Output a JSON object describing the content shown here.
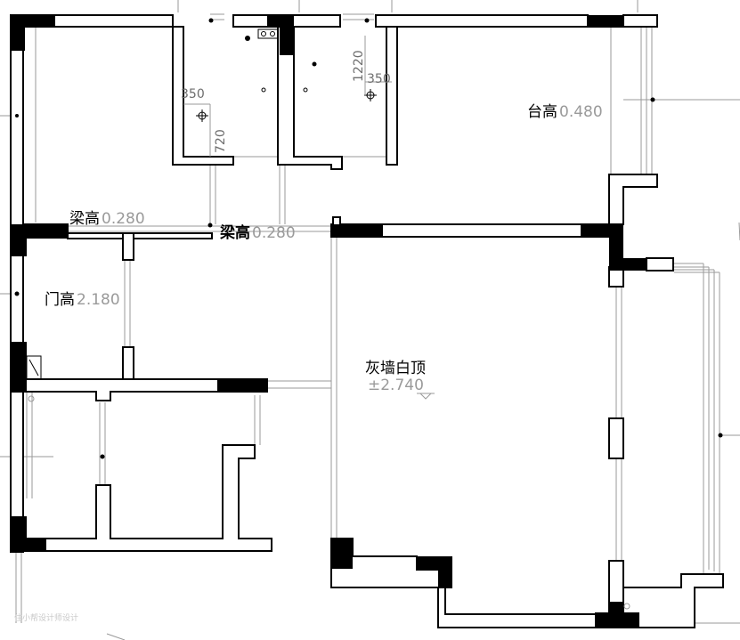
{
  "annotations": {
    "beam1_label": "梁高",
    "beam1_value": "0.280",
    "beam2_label": "梁高",
    "beam2_value": "0.280",
    "door_label": "门高",
    "door_value": "2.180",
    "counter_label": "台高",
    "counter_value": "0.480",
    "ceiling_label": "灰墙白顶",
    "ceiling_value": "±2.740"
  },
  "dimensions": {
    "d350_left": "350",
    "d720": "720",
    "d1220": "1220",
    "d350_right": "350"
  },
  "watermark": "住小帮设计师设计"
}
